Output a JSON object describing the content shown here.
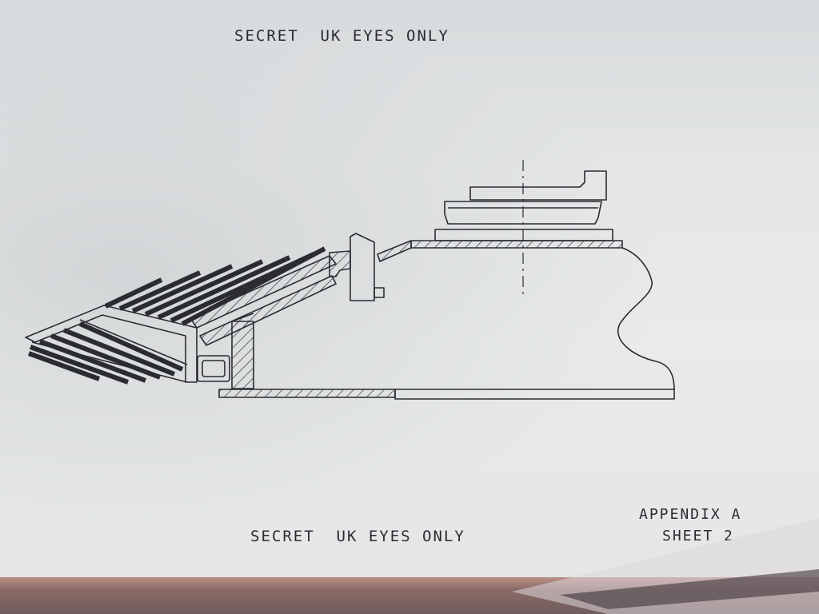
{
  "document": {
    "security_marking_top": "SECRET  UK EYES ONLY",
    "security_marking_bottom": "SECRET  UK EYES ONLY",
    "appendix": "APPENDIX A",
    "sheet": "SHEET 2"
  },
  "colors": {
    "ink": "#2a2c30",
    "paper": "#e6e8e9"
  }
}
